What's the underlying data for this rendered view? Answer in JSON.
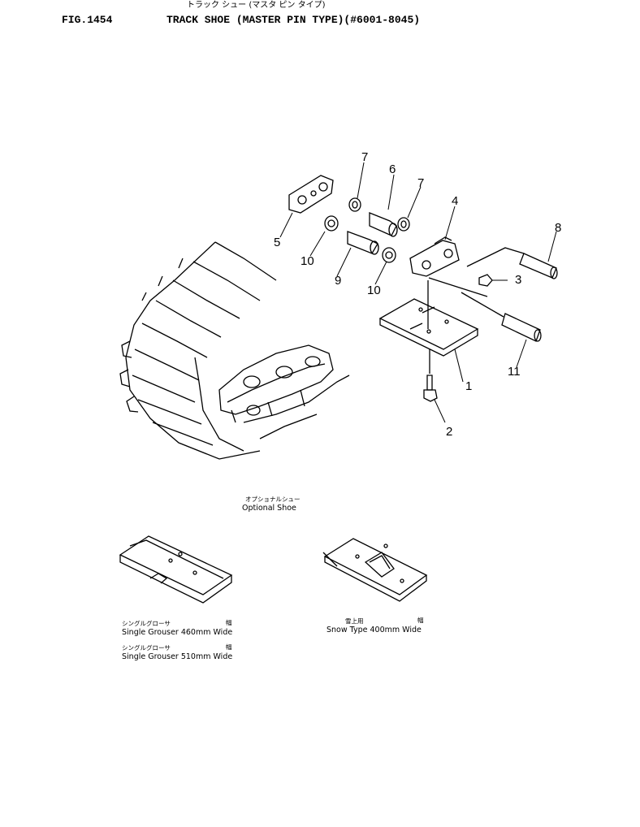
{
  "header": {
    "fig_label": "FIG.1454",
    "title_jp": "トラック シュー (マスタ ピン タイプ)",
    "title_en": "TRACK SHOE (MASTER PIN TYPE)(#6001-8045)"
  },
  "callouts": {
    "c1": "1",
    "c2": "2",
    "c3": "3",
    "c4": "4",
    "c5": "5",
    "c6": "6",
    "c7a": "7",
    "c7b": "7",
    "c8": "8",
    "c9": "9",
    "c10a": "10",
    "c10b": "10",
    "c11": "11"
  },
  "optional": {
    "heading_jp": "オプショナルシュー",
    "heading_en": "Optional Shoe",
    "single_1_jp": "シングルグローサ",
    "single_1_wide_jp": "幅",
    "single_1_en": "Single Grouser 460mm Wide",
    "single_2_jp": "シングルグローサ",
    "single_2_wide_jp": "幅",
    "single_2_en": "Single Grouser 510mm Wide",
    "snow_jp": "雪上用",
    "snow_wide_jp": "幅",
    "snow_en": "Snow Type 400mm Wide"
  },
  "colors": {
    "ink": "#000000",
    "paper": "#ffffff"
  }
}
